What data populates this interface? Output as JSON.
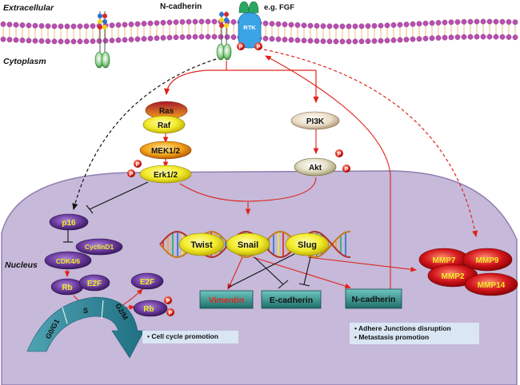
{
  "compartments": {
    "extracellular": "Extracellular",
    "cytoplasm": "Cytoplasm",
    "nucleus": "Nucleus"
  },
  "membrane": {
    "ncadherin_label": "N-cadherin",
    "ligand_label": "e.g. FGF",
    "receptor_label": "RTK",
    "phospho": "P"
  },
  "mapk_pathway": {
    "ras": "Ras",
    "raf": "Raf",
    "mek": "MEK1/2",
    "erk": "Erk1/2"
  },
  "pi3k_pathway": {
    "pi3k": "PI3K",
    "akt": "Akt"
  },
  "cell_cycle": {
    "p16": "p16",
    "cyclin": "CyclinD1",
    "cdk": "CDK4/6",
    "rb": "Rb",
    "e2f": "E2F",
    "e2f_free": "E2F",
    "rb_phos": "Rb",
    "phases": [
      "G0/G1",
      "S",
      "G2/M"
    ],
    "note": "• Cell cycle promotion"
  },
  "transcription_factors": [
    "Twist",
    "Snail",
    "Slug"
  ],
  "target_genes": {
    "vimentin": "Vimentin",
    "ecadherin": "E-cadherin",
    "ncadherin": "N-cadherin"
  },
  "mmps": [
    "MMP7",
    "MMP9",
    "MMP2",
    "MMP14"
  ],
  "outcome_notes": [
    "• Adhere Junctions disruption",
    "• Metastasis promotion"
  ],
  "colors": {
    "nucleus_fill": "#c6b9d9",
    "signal_red": "#e0231c",
    "yellow_ellipse": "#f2ea2a",
    "purple_ellipse": "#6b3b9e",
    "teal_box": "#2f8f8a",
    "mmp_red": "#d2151b",
    "note_fill": "#dbe6f4"
  }
}
